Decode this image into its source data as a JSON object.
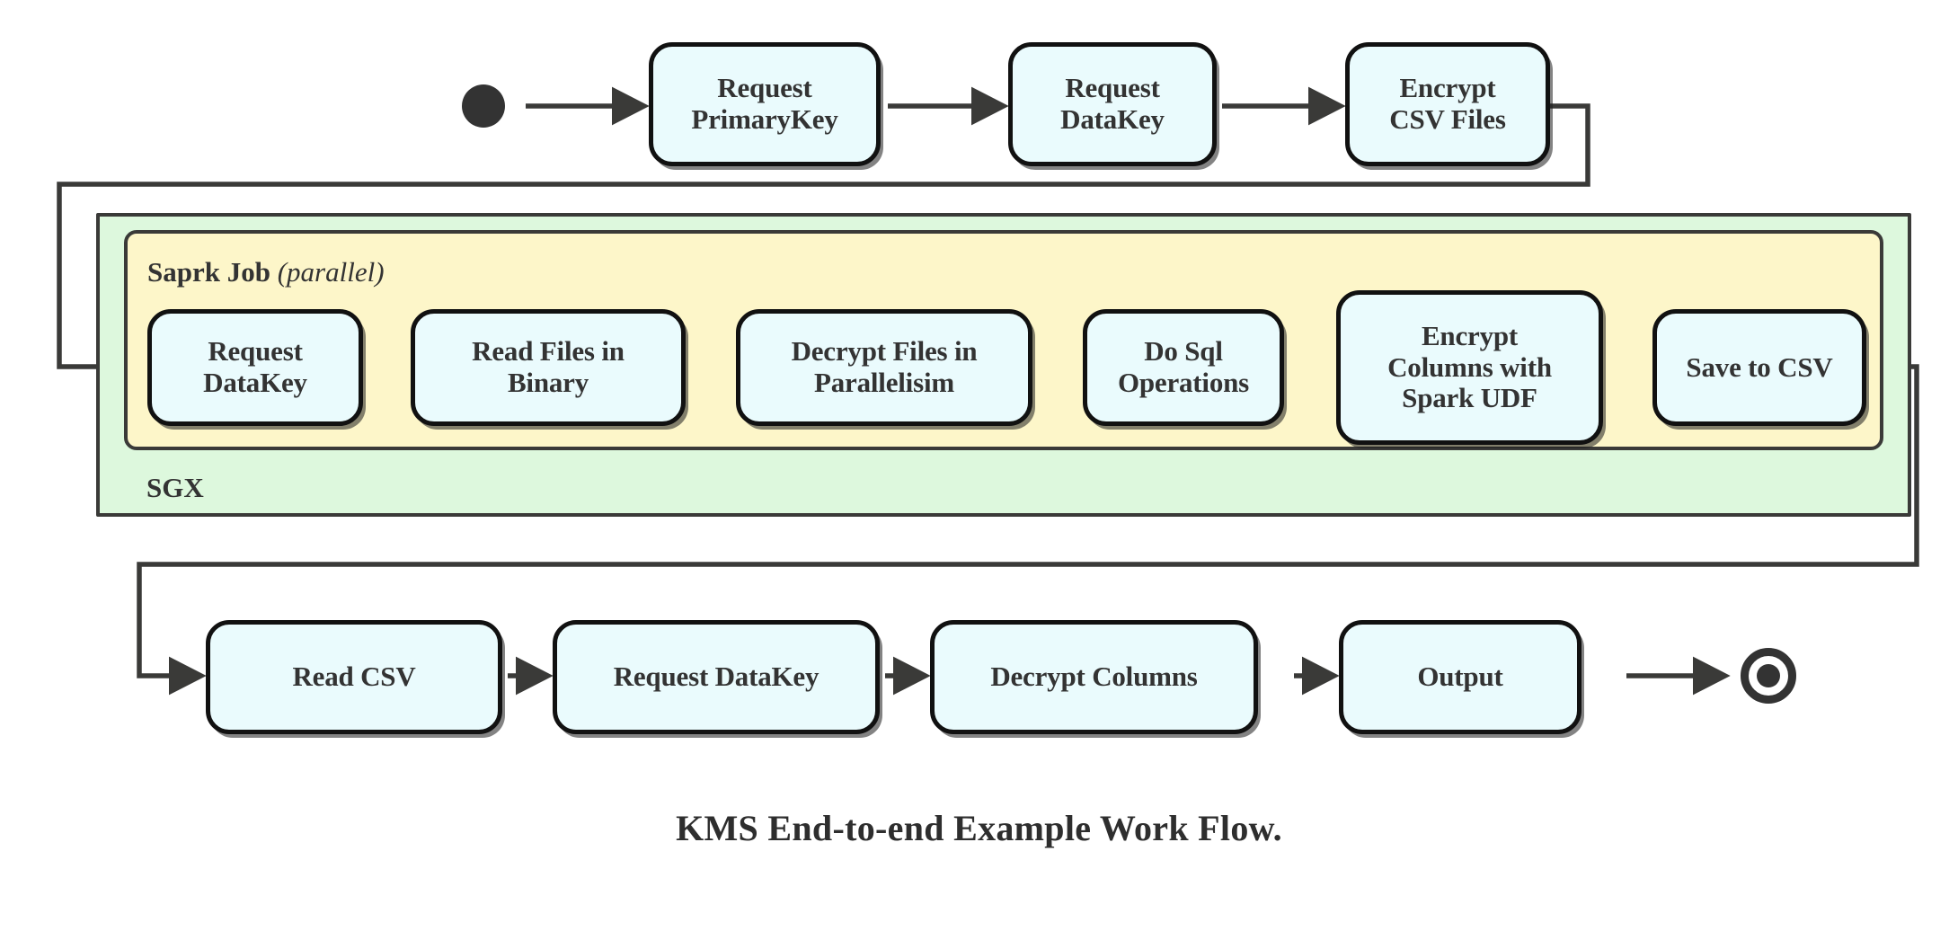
{
  "diagram": {
    "title": "KMS End-to-end Example Work Flow.",
    "type": "uml-activity-flow",
    "colors": {
      "node_fill": "#eafbfd",
      "node_stroke": "#111111",
      "sgx_fill": "#ddf8dd",
      "spark_fill": "#fdf6c9",
      "frame_stroke": "#3a3a38",
      "edge_stroke": "#3a3a38",
      "text": "#333333",
      "background": "#ffffff"
    },
    "markers": {
      "start": "filled-circle-start-node",
      "end": "bullseye-final-node"
    },
    "containers": [
      {
        "id": "sgx",
        "label": "SGX",
        "label_position": "bottom-left"
      },
      {
        "id": "spark-job",
        "label_bold": "Saprk Job",
        "label_italic": "(parallel)",
        "label_position": "top-left"
      }
    ],
    "rows": {
      "top": {
        "nodes": [
          {
            "id": "request-primarykey",
            "lines": [
              "Request",
              "PrimaryKey"
            ]
          },
          {
            "id": "request-datakey-top",
            "lines": [
              "Request",
              "DataKey"
            ]
          },
          {
            "id": "encrypt-csv-files",
            "lines": [
              "Encrypt",
              "CSV Files"
            ]
          }
        ]
      },
      "middle": {
        "nodes": [
          {
            "id": "request-datakey-spark",
            "lines": [
              "Request",
              "DataKey"
            ]
          },
          {
            "id": "read-files-in-binary",
            "lines": [
              "Read Files in",
              "Binary"
            ]
          },
          {
            "id": "decrypt-files-in-parallelisim",
            "lines": [
              "Decrypt Files in",
              "Parallelisim"
            ]
          },
          {
            "id": "do-sql-operations",
            "lines": [
              "Do Sql",
              "Operations"
            ]
          },
          {
            "id": "encrypt-columns-with-spark-udf",
            "lines": [
              "Encrypt",
              "Columns with",
              "Spark UDF"
            ]
          },
          {
            "id": "save-to-csv",
            "lines": [
              "Save to CSV"
            ]
          }
        ]
      },
      "bottom": {
        "nodes": [
          {
            "id": "read-csv",
            "lines": [
              "Read CSV"
            ]
          },
          {
            "id": "request-datakey-bottom",
            "lines": [
              "Request DataKey"
            ]
          },
          {
            "id": "decrypt-columns",
            "lines": [
              "Decrypt Columns"
            ]
          },
          {
            "id": "output",
            "lines": [
              "Output"
            ]
          }
        ]
      }
    },
    "edges": [
      {
        "from": "start",
        "to": "request-primarykey"
      },
      {
        "from": "request-primarykey",
        "to": "request-datakey-top"
      },
      {
        "from": "request-datakey-top",
        "to": "encrypt-csv-files"
      },
      {
        "from": "encrypt-csv-files",
        "to": "request-datakey-spark",
        "routing": "down-left-into-sgx"
      },
      {
        "from": "request-datakey-spark",
        "to": "read-files-in-binary"
      },
      {
        "from": "read-files-in-binary",
        "to": "decrypt-files-in-parallelisim"
      },
      {
        "from": "decrypt-files-in-parallelisim",
        "to": "do-sql-operations"
      },
      {
        "from": "do-sql-operations",
        "to": "encrypt-columns-with-spark-udf"
      },
      {
        "from": "encrypt-columns-with-spark-udf",
        "to": "save-to-csv"
      },
      {
        "from": "save-to-csv",
        "to": "read-csv",
        "routing": "right-down-left"
      },
      {
        "from": "read-csv",
        "to": "request-datakey-bottom"
      },
      {
        "from": "request-datakey-bottom",
        "to": "decrypt-columns"
      },
      {
        "from": "decrypt-columns",
        "to": "output"
      },
      {
        "from": "output",
        "to": "end"
      }
    ]
  }
}
